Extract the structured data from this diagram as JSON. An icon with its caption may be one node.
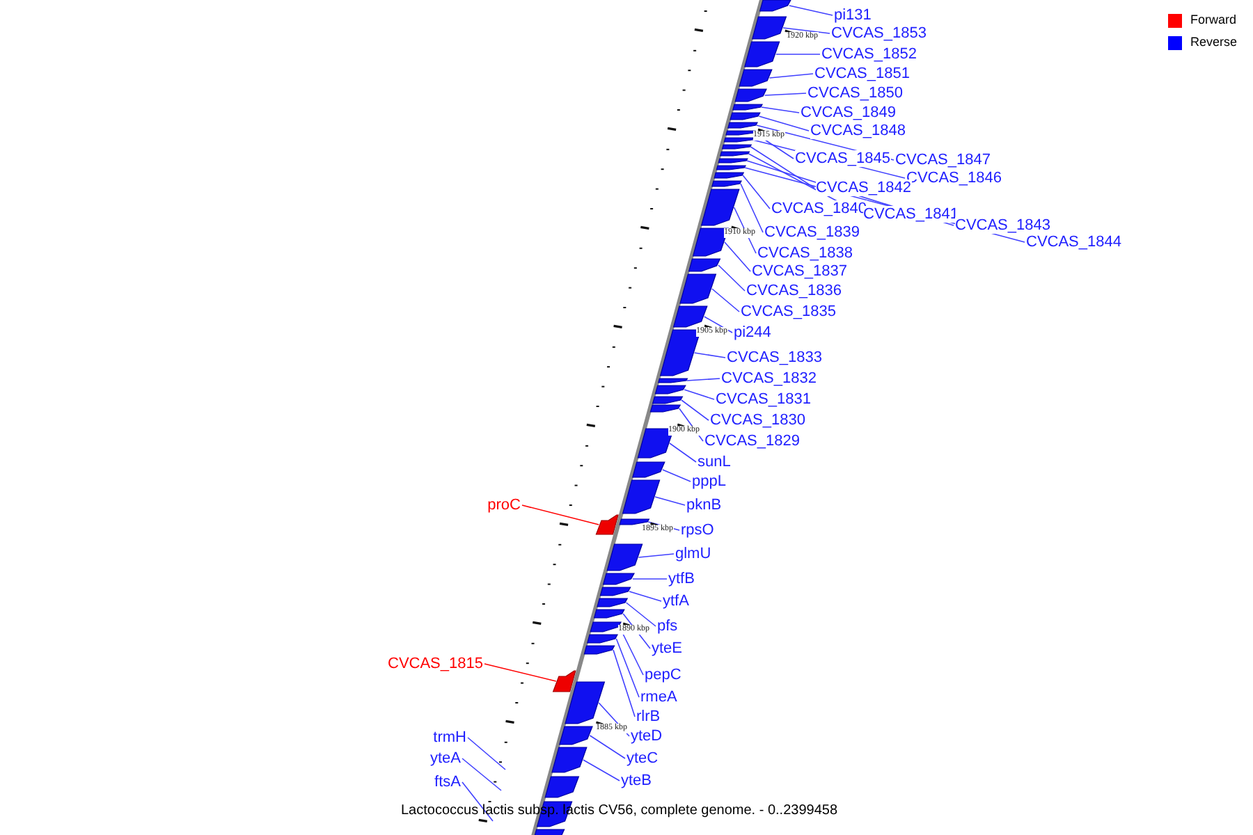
{
  "diagram": {
    "caption": "Lactococcus lactis subsp. lactis CV56, complete genome. - 0..2399458",
    "nodes": [
      {
        "text": [
          "pi131"
        ]
      },
      {
        "text": [
          "CVCAS_1853"
        ]
      },
      {
        "text": [
          "CVCAS_1852"
        ]
      },
      {
        "text": [
          "CVCAS_1851"
        ]
      },
      {
        "text": [
          "CVCAS_1850"
        ]
      },
      {
        "text": [
          "CVCAS_1849"
        ]
      },
      {
        "text": [
          "CVCAS_1848"
        ]
      },
      {
        "text": [
          "CVCAS_1845"
        ]
      },
      {
        "text": [
          "CVCAS_1847"
        ]
      },
      {
        "text": [
          "CVCAS_1846"
        ]
      },
      {
        "text": [
          "CVCAS_1842"
        ]
      },
      {
        "text": [
          "CVCAS_1840"
        ]
      },
      {
        "text": [
          "CVCAS_1841"
        ]
      },
      {
        "text": [
          "CVCAS_1843"
        ]
      },
      {
        "text": [
          "CVCAS_1839"
        ]
      },
      {
        "text": [
          "CVCAS_1844"
        ]
      },
      {
        "text": [
          "CVCAS_1838"
        ]
      },
      {
        "text": [
          "CVCAS_1837"
        ]
      },
      {
        "text": [
          "CVCAS_1836"
        ]
      },
      {
        "text": [
          "CVCAS_1835"
        ]
      },
      {
        "text": [
          "pi244"
        ]
      },
      {
        "text": [
          "CVCAS_1833"
        ]
      },
      {
        "text": [
          "CVCAS_1832"
        ]
      },
      {
        "text": [
          "CVCAS_1831"
        ]
      },
      {
        "text": [
          "CVCAS_1830"
        ]
      },
      {
        "text": [
          "CVCAS_1829"
        ]
      },
      {
        "text": [
          "sunL"
        ]
      },
      {
        "text": [
          "pppL"
        ]
      },
      {
        "text": [
          "proC"
        ]
      },
      {
        "text": [
          "pknB"
        ]
      },
      {
        "text": [
          "rpsO"
        ]
      },
      {
        "text": [
          "glmU"
        ]
      },
      {
        "text": [
          "ytfB"
        ]
      },
      {
        "text": [
          "ytfA"
        ]
      },
      {
        "text": [
          "pfs"
        ]
      },
      {
        "text": [
          "yteE"
        ]
      },
      {
        "text": [
          "CVCAS_1815"
        ]
      },
      {
        "text": [
          "pepC"
        ]
      },
      {
        "text": [
          "rmeA"
        ]
      },
      {
        "text": [
          "rlrB"
        ]
      },
      {
        "text": [
          "yteD"
        ]
      },
      {
        "text": [
          "trmH"
        ]
      },
      {
        "text": [
          "yteC"
        ]
      },
      {
        "text": [
          "yteA"
        ]
      },
      {
        "text": [
          "yteB"
        ]
      },
      {
        "text": [
          "ftsA"
        ]
      },
      {
        "text": [],
        "shape": "bar"
      },
      {
        "text": [],
        "shape": "bar"
      },
      {
        "text": [],
        "shape": "bar"
      },
      {
        "text": [],
        "shape": "bar"
      },
      {
        "text": [],
        "shape": "bar"
      },
      {
        "text": [],
        "shape": "bar"
      },
      {
        "text": [],
        "shape": "bar"
      },
      {
        "text": [],
        "shape": "bar"
      },
      {
        "text": [],
        "shape": "bar"
      },
      {
        "text": [],
        "shape": "bar"
      },
      {
        "text": [],
        "shape": "bar"
      },
      {
        "text": [],
        "shape": "bar"
      },
      {
        "text": [],
        "shape": "bar"
      },
      {
        "text": [],
        "shape": "bar"
      },
      {
        "text": [],
        "shape": "bar"
      },
      {
        "text": [],
        "shape": "bar"
      },
      {
        "text": [],
        "shape": "bar"
      },
      {
        "text": [],
        "shape": "bar"
      },
      {
        "text": [],
        "shape": "bar"
      },
      {
        "text": [],
        "shape": "bar"
      },
      {
        "text": [],
        "shape": "bar"
      },
      {
        "text": [],
        "shape": "bar"
      },
      {
        "text": [],
        "shape": "bar"
      },
      {
        "text": [],
        "shape": "bar"
      },
      {
        "text": [],
        "shape": "bar"
      },
      {
        "text": [],
        "shape": "bar"
      },
      {
        "text": [],
        "shape": "bar"
      },
      {
        "text": [],
        "shape": "bar"
      },
      {
        "text": [],
        "shape": "bar"
      },
      {
        "text": [],
        "shape": "bar"
      },
      {
        "text": [],
        "shape": "bar"
      },
      {
        "text": [],
        "shape": "bar"
      },
      {
        "text": [],
        "shape": "bar"
      },
      {
        "text": [],
        "shape": "bar"
      },
      {
        "text": [],
        "shape": "bar"
      },
      {
        "text": [],
        "shape": "bar"
      },
      {
        "text": [],
        "shape": "bar"
      },
      {
        "text": [],
        "shape": "bar"
      },
      {
        "text": [],
        "shape": "bar"
      },
      {
        "text": [],
        "shape": "bar"
      },
      {
        "text": [],
        "shape": "bar"
      },
      {
        "text": [],
        "shape": "bar"
      },
      {
        "text": [],
        "shape": "bar"
      },
      {
        "text": [],
        "shape": "bar"
      },
      {
        "text": [],
        "shape": "bar"
      },
      {
        "text": [],
        "shape": "bar"
      }
    ],
    "edges": [
      {
        "from": 0,
        "to": 46,
        "arrow": "none"
      },
      {
        "from": 1,
        "to": 47,
        "arrow": "none"
      },
      {
        "from": 2,
        "to": 48,
        "arrow": "none"
      },
      {
        "from": 3,
        "to": 49,
        "arrow": "none"
      },
      {
        "from": 4,
        "to": 50,
        "arrow": "none"
      },
      {
        "from": 5,
        "to": 51,
        "arrow": "none"
      },
      {
        "from": 6,
        "to": 52,
        "arrow": "none"
      },
      {
        "from": 7,
        "to": 54,
        "arrow": "none"
      },
      {
        "from": 8,
        "to": 53,
        "arrow": "none"
      },
      {
        "from": 9,
        "to": 55,
        "arrow": "none"
      },
      {
        "from": 10,
        "to": 56,
        "arrow": "none"
      },
      {
        "from": 11,
        "to": 60,
        "arrow": "none"
      },
      {
        "from": 12,
        "to": 57,
        "arrow": "none"
      },
      {
        "from": 13,
        "to": 58,
        "arrow": "none"
      },
      {
        "from": 14,
        "to": 61,
        "arrow": "none"
      },
      {
        "from": 15,
        "to": 59,
        "arrow": "none"
      },
      {
        "from": 16,
        "to": 62,
        "arrow": "none"
      },
      {
        "from": 17,
        "to": 63,
        "arrow": "none"
      },
      {
        "from": 18,
        "to": 64,
        "arrow": "none"
      },
      {
        "from": 19,
        "to": 65,
        "arrow": "none"
      },
      {
        "from": 20,
        "to": 66,
        "arrow": "none"
      },
      {
        "from": 21,
        "to": 67,
        "arrow": "none"
      },
      {
        "from": 22,
        "to": 68,
        "arrow": "none"
      },
      {
        "from": 23,
        "to": 69,
        "arrow": "none"
      },
      {
        "from": 24,
        "to": 70,
        "arrow": "none"
      },
      {
        "from": 25,
        "to": 71,
        "arrow": "none"
      },
      {
        "from": 26,
        "to": 72,
        "arrow": "none"
      },
      {
        "from": 27,
        "to": 73,
        "arrow": "none"
      },
      {
        "from": 28,
        "to": 75,
        "arrow": "none",
        "color": "#ff0000"
      },
      {
        "from": 29,
        "to": 74,
        "arrow": "none"
      },
      {
        "from": 30,
        "to": 76,
        "arrow": "none"
      },
      {
        "from": 31,
        "to": 77,
        "arrow": "none"
      },
      {
        "from": 32,
        "to": 78,
        "arrow": "none"
      },
      {
        "from": 33,
        "to": 79,
        "arrow": "none"
      },
      {
        "from": 34,
        "to": 80,
        "arrow": "none"
      },
      {
        "from": 35,
        "to": 81,
        "arrow": "none"
      },
      {
        "from": 36,
        "to": 85,
        "arrow": "none",
        "color": "#ff0000"
      },
      {
        "from": 37,
        "to": 82,
        "arrow": "none"
      },
      {
        "from": 38,
        "to": 83,
        "arrow": "none"
      },
      {
        "from": 39,
        "to": 84,
        "arrow": "none"
      },
      {
        "from": 40,
        "to": 86,
        "arrow": "none"
      },
      {
        "from": 41,
        "to": null,
        "arrow": "none"
      },
      {
        "from": 42,
        "to": 87,
        "arrow": "none"
      },
      {
        "from": 43,
        "to": null,
        "arrow": "none"
      },
      {
        "from": 44,
        "to": 88,
        "arrow": "none"
      },
      {
        "from": 45,
        "to": null,
        "arrow": "none"
      }
    ],
    "labels": [
      "1920 kbp",
      "1915 kbp",
      "1910 kbp",
      "1905 kbp",
      "1900 kbp",
      "1895 kbp",
      "1890 kbp",
      "1885 kbp"
    ],
    "legend": [
      {
        "text": "Forward",
        "color": "#ff0000"
      },
      {
        "text": "Reverse",
        "color": "#0000ff"
      }
    ]
  }
}
